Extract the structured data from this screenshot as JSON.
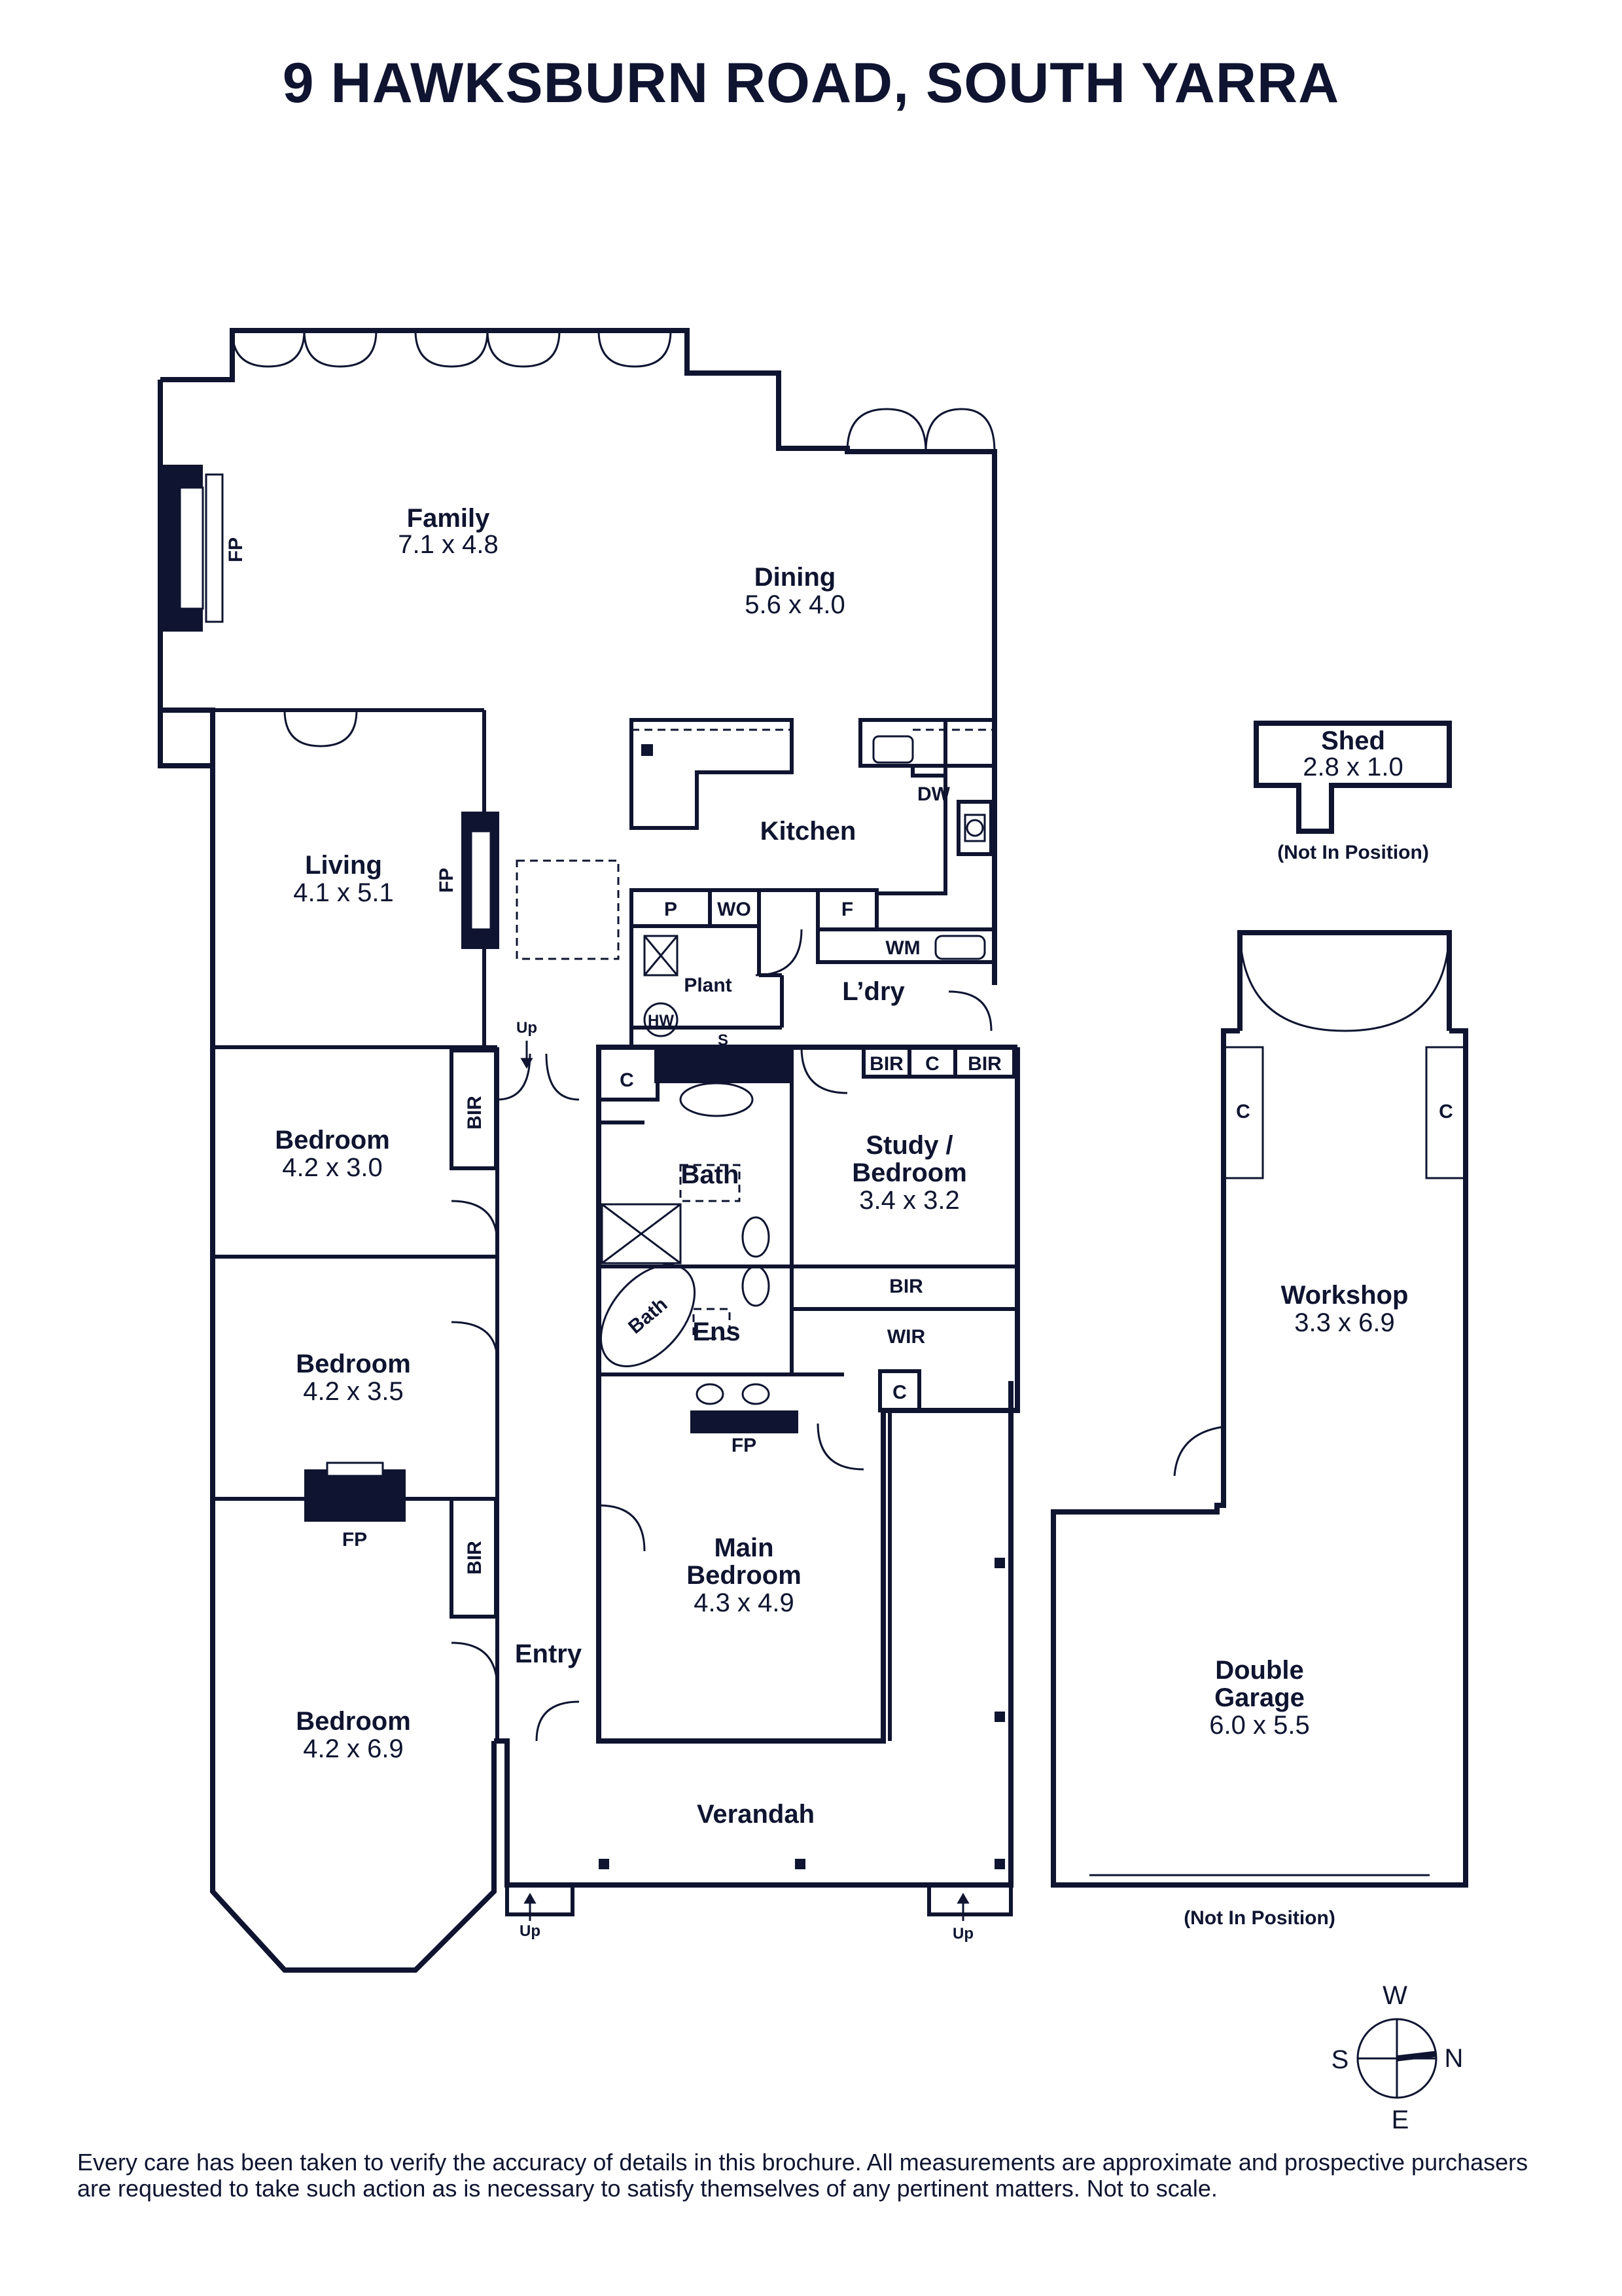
{
  "title": "9 HAWKSBURN ROAD, SOUTH YARRA",
  "disclaimer": "Every care has been taken to verify the accuracy of details in this brochure. All measurements are approximate and prospective purchasers are requested to take such action as is necessary to satisfy themselves of any pertinent matters. Not to scale.",
  "colors": {
    "ink": "#0f1430",
    "background": "#ffffff"
  },
  "rooms": {
    "family": {
      "name": "Family",
      "dims": "7.1 x 4.8"
    },
    "dining": {
      "name": "Dining",
      "dims": "5.6 x 4.0"
    },
    "kitchen": {
      "name": "Kitchen"
    },
    "living": {
      "name": "Living",
      "dims": "4.1 x 5.1"
    },
    "laundry": {
      "name": "L’dry"
    },
    "plant": {
      "name": "Plant"
    },
    "bath": {
      "name": "Bath"
    },
    "ensuite": {
      "name": "Ens"
    },
    "spa_bath": {
      "name": "Bath"
    },
    "study": {
      "name_line1": "Study /",
      "name_line2": "Bedroom",
      "dims": "3.4 x 3.2"
    },
    "bedroom_1": {
      "name": "Bedroom",
      "dims": "4.2 x 3.0"
    },
    "bedroom_2": {
      "name": "Bedroom",
      "dims": "4.2 x 3.5"
    },
    "bedroom_3": {
      "name": "Bedroom",
      "dims": "4.2 x 6.9"
    },
    "main_bedroom": {
      "name_line1": "Main",
      "name_line2": "Bedroom",
      "dims": "4.3 x 4.9"
    },
    "entry": {
      "name": "Entry"
    },
    "verandah": {
      "name": "Verandah"
    },
    "wir": {
      "name": "WIR"
    },
    "shed": {
      "name": "Shed",
      "dims": "2.8 x 1.0",
      "note": "(Not In Position)"
    },
    "workshop": {
      "name": "Workshop",
      "dims": "3.3 x 6.9"
    },
    "garage": {
      "name_line1": "Double",
      "name_line2": "Garage",
      "dims": "6.0 x 5.5",
      "note": "(Not In Position)"
    }
  },
  "labels": {
    "fp": "FP",
    "bir": "BIR",
    "c": "C",
    "p": "P",
    "wo": "WO",
    "f": "F",
    "dw": "DW",
    "wm": "WM",
    "hw": "HW",
    "s": "S",
    "up": "Up"
  },
  "compass": {
    "w": "W",
    "n": "N",
    "s": "S",
    "e": "E"
  }
}
